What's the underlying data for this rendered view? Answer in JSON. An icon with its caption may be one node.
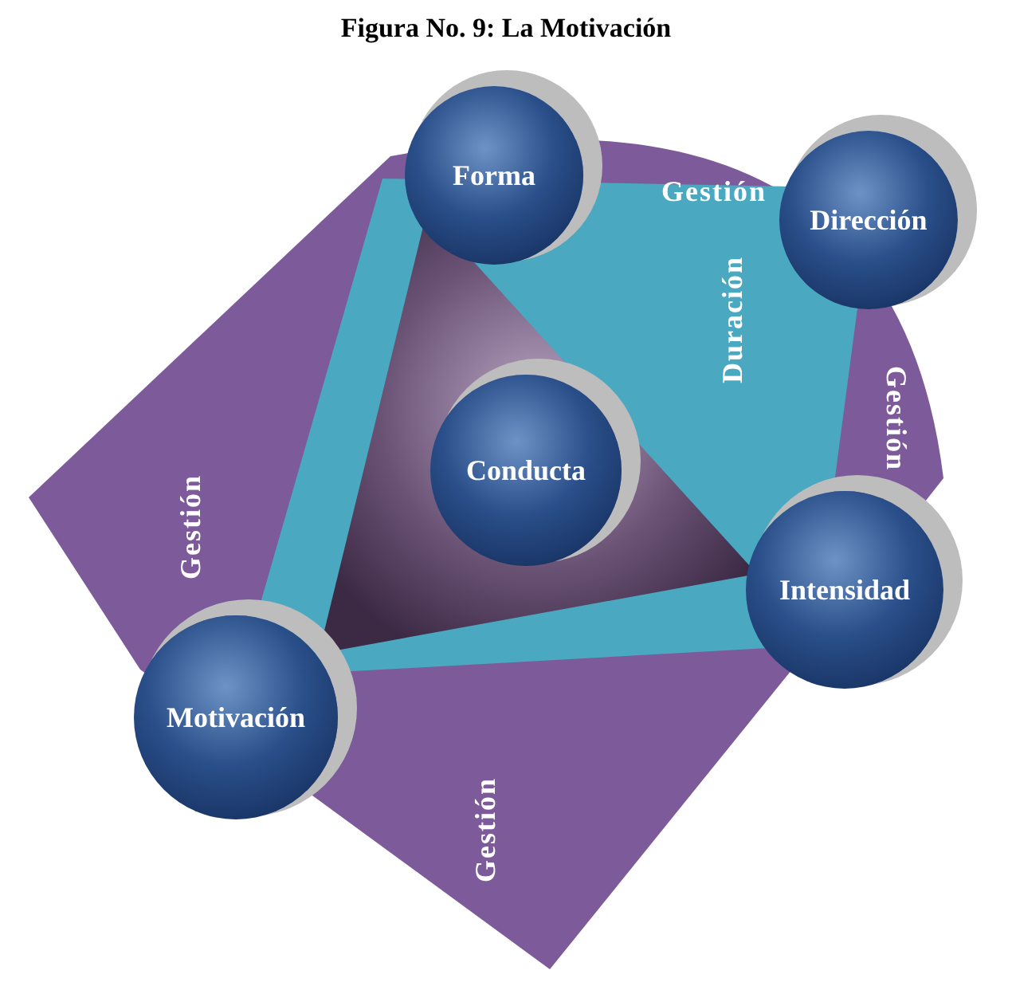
{
  "diagram": {
    "title": "Figura No. 9: La Motivación",
    "nodes": [
      {
        "text": [
          "Forma"
        ]
      },
      {
        "text": [
          "Dirección"
        ]
      },
      {
        "text": [
          "Conducta"
        ]
      },
      {
        "text": [
          "Intensidad"
        ]
      },
      {
        "text": [
          "Motivación"
        ]
      }
    ],
    "labels": [
      "Gestión",
      "Duración",
      "Gestión",
      "Gestión",
      "Gestión"
    ]
  }
}
